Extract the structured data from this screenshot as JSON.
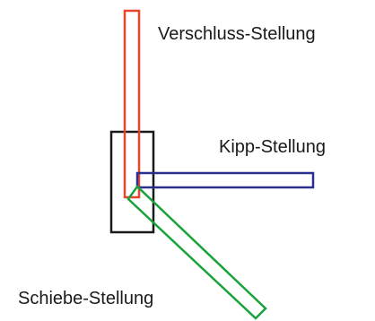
{
  "labels": {
    "closed": "Verschluss-Stellung",
    "tilt": "Kipp-Stellung",
    "slide": "Schiebe-Stellung"
  },
  "colors": {
    "base": "#1a1a1a",
    "closed": "#e8452f",
    "tilt": "#2b2f8f",
    "slide": "#18a33a",
    "text": "#1a1a1a"
  }
}
